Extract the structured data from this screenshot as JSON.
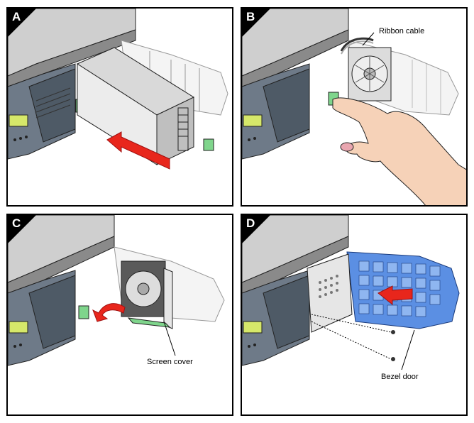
{
  "panels": [
    {
      "letter": "A"
    },
    {
      "letter": "B",
      "callout": "Ribbon cable"
    },
    {
      "letter": "C",
      "callout": "Screen cover"
    },
    {
      "letter": "D",
      "callout": "Bezel door"
    }
  ],
  "colors": {
    "arrow": "#e8261c",
    "bezel_door": "#5b8fe3",
    "latch": "#7fd58c",
    "skin": "#f6d2b8"
  }
}
